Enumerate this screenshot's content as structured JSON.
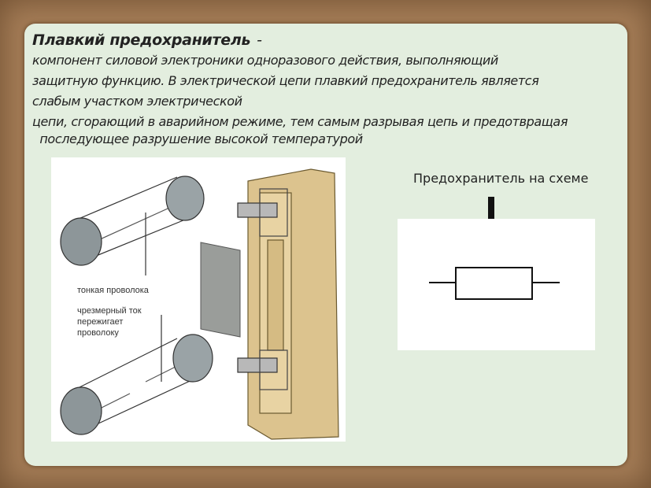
{
  "title": "Плавкий предохранитель",
  "title_dash": "-",
  "definition_lines": [
    "компонент силовой электроники одноразового действия, выполняющий",
    "защитную функцию. В электрической цепи плавкий предохранитель является",
    "слабым участком электрической",
    "цепи, сгорающий в аварийном режиме, тем самым разрывая цепь и предотвращая",
    "  последующее разрушение высокой температурой"
  ],
  "illustration": {
    "label_thin_wire": "тонкая проволока",
    "label_overcurrent": [
      "чрезмерный ток",
      "пережигает",
      "проволоку"
    ]
  },
  "schema": {
    "label": "Предохранитель на схеме",
    "arrow_icon": "arrow-down-icon"
  }
}
